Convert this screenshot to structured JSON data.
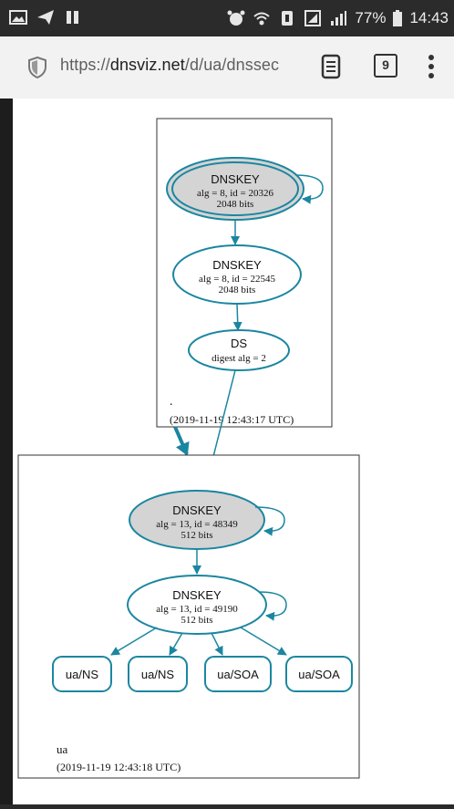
{
  "status_bar": {
    "battery": "77%",
    "time": "14:43"
  },
  "browser": {
    "url_prefix": "https://",
    "url_host": "dnsviz.net",
    "url_path": "/d/ua/dnssec",
    "tab_count": "9"
  },
  "graph": {
    "root_zone": {
      "label": ".",
      "timestamp": "(2019-11-19 12:43:17 UTC)",
      "ksk": {
        "title": "DNSKEY",
        "line1": "alg = 8, id = 20326",
        "line2": "2048 bits"
      },
      "zsk": {
        "title": "DNSKEY",
        "line1": "alg = 8, id = 22545",
        "line2": "2048 bits"
      },
      "ds": {
        "title": "DS",
        "line1": "digest alg = 2"
      }
    },
    "ua_zone": {
      "label": "ua",
      "timestamp": "(2019-11-19 12:43:18 UTC)",
      "ksk": {
        "title": "DNSKEY",
        "line1": "alg = 13, id = 48349",
        "line2": "512 bits"
      },
      "zsk": {
        "title": "DNSKEY",
        "line1": "alg = 13, id = 49190",
        "line2": "512 bits"
      },
      "records": [
        "ua/NS",
        "ua/NS",
        "ua/SOA",
        "ua/SOA"
      ]
    },
    "colors": {
      "edge": "#1b86a0",
      "node_stroke": "#1b86a0",
      "ksk_fill": "#d4d4d4"
    }
  }
}
